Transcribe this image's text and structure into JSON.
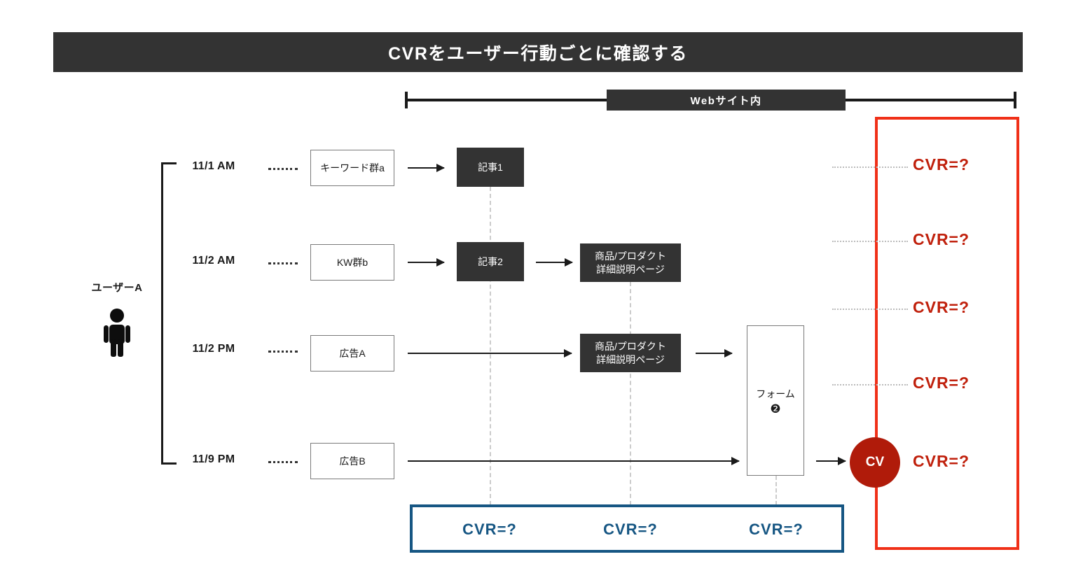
{
  "title": "CVRをユーザー行動ごとに確認する",
  "timeline": {
    "label": "Webサイト内"
  },
  "user": {
    "label": "ユーザーA",
    "icon": "person-icon"
  },
  "rows": [
    {
      "date": "11/1 AM",
      "source": "キーワード群a",
      "article": "記事1",
      "product": "",
      "cvr": "CVR=?"
    },
    {
      "date": "11/2 AM",
      "source": "KW群b",
      "article": "記事2",
      "product_line1": "商品/プロダクト",
      "product_line2": "詳細説明ページ",
      "cvr": "CVR=?"
    },
    {
      "date": "11/2 PM",
      "source": "広告A",
      "article": "",
      "product_line1": "商品/プロダクト",
      "product_line2": "詳細説明ページ",
      "cvr": "CVR=?"
    },
    {
      "date": "11/9 PM",
      "source": "広告B",
      "article": "",
      "product": "",
      "cvr": "CVR=?"
    }
  ],
  "extra_cvr": "CVR=?",
  "form": {
    "label": "フォーム",
    "badge": "❷"
  },
  "cv": {
    "label": "CV"
  },
  "bottom_cvr": [
    "CVR=?",
    "CVR=?",
    "CVR=?"
  ],
  "colors": {
    "title_bar": "#333333",
    "dark_box": "#333333",
    "red_accent": "#f03018",
    "red_text": "#c0200c",
    "cv_circle": "#b01b0a",
    "blue_accent": "#165683",
    "guide_gray": "#cccccc"
  }
}
